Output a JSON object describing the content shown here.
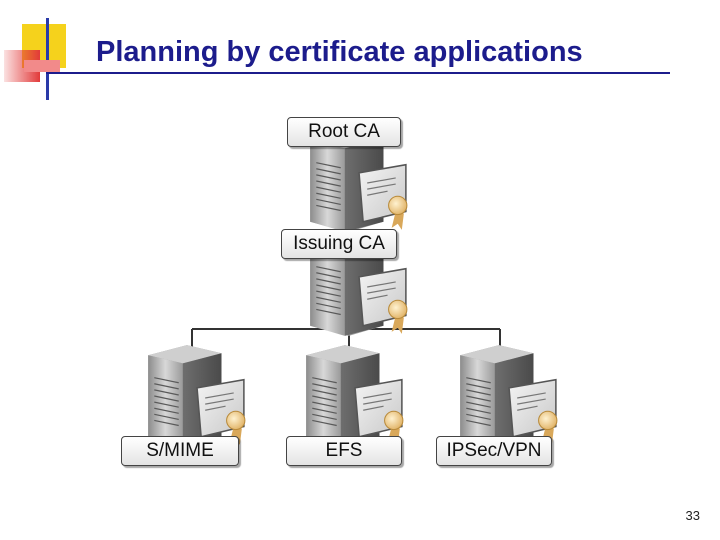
{
  "slide": {
    "title": "Planning by certificate applications",
    "page_number": "33"
  },
  "nodes": {
    "root_ca": {
      "label": "Root CA",
      "icon": "server-with-certificate-icon"
    },
    "issuing_ca": {
      "label": "Issuing CA",
      "icon": "server-with-certificate-icon"
    },
    "smime": {
      "label": "S/MIME",
      "icon": "server-with-certificate-icon"
    },
    "efs": {
      "label": "EFS",
      "icon": "server-with-certificate-icon"
    },
    "ipsec_vpn": {
      "label": "IPSec/VPN",
      "icon": "server-with-certificate-icon"
    }
  },
  "colors": {
    "title": "#1c1c8c",
    "accent_yellow": "#f5d21c",
    "accent_red": "#e23a3a",
    "accent_blue": "#2a3aa8"
  }
}
